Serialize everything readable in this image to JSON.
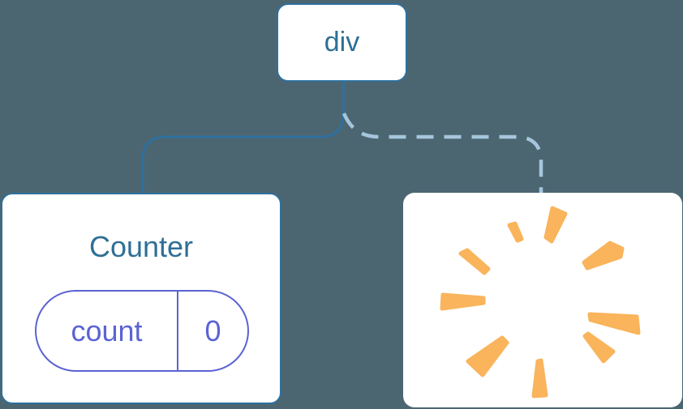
{
  "diagram": {
    "description": "react-component-tree-state-poof-diagram",
    "root_node": {
      "label": "div"
    },
    "children": [
      {
        "type": "component-card",
        "title": "Counter",
        "connection": "solid",
        "state": {
          "key": "count",
          "value": "0"
        }
      },
      {
        "type": "destroyed-card",
        "connection": "dashed",
        "icon": "poof-explosion-icon"
      }
    ]
  },
  "colors": {
    "background": "#4c6671",
    "node_blue": "#2e709f",
    "text_blue": "#2f6f96",
    "dashed_blue": "#a5c6dc",
    "state_purple": "#5b63d3",
    "poof_orange": "#f9b45c"
  }
}
